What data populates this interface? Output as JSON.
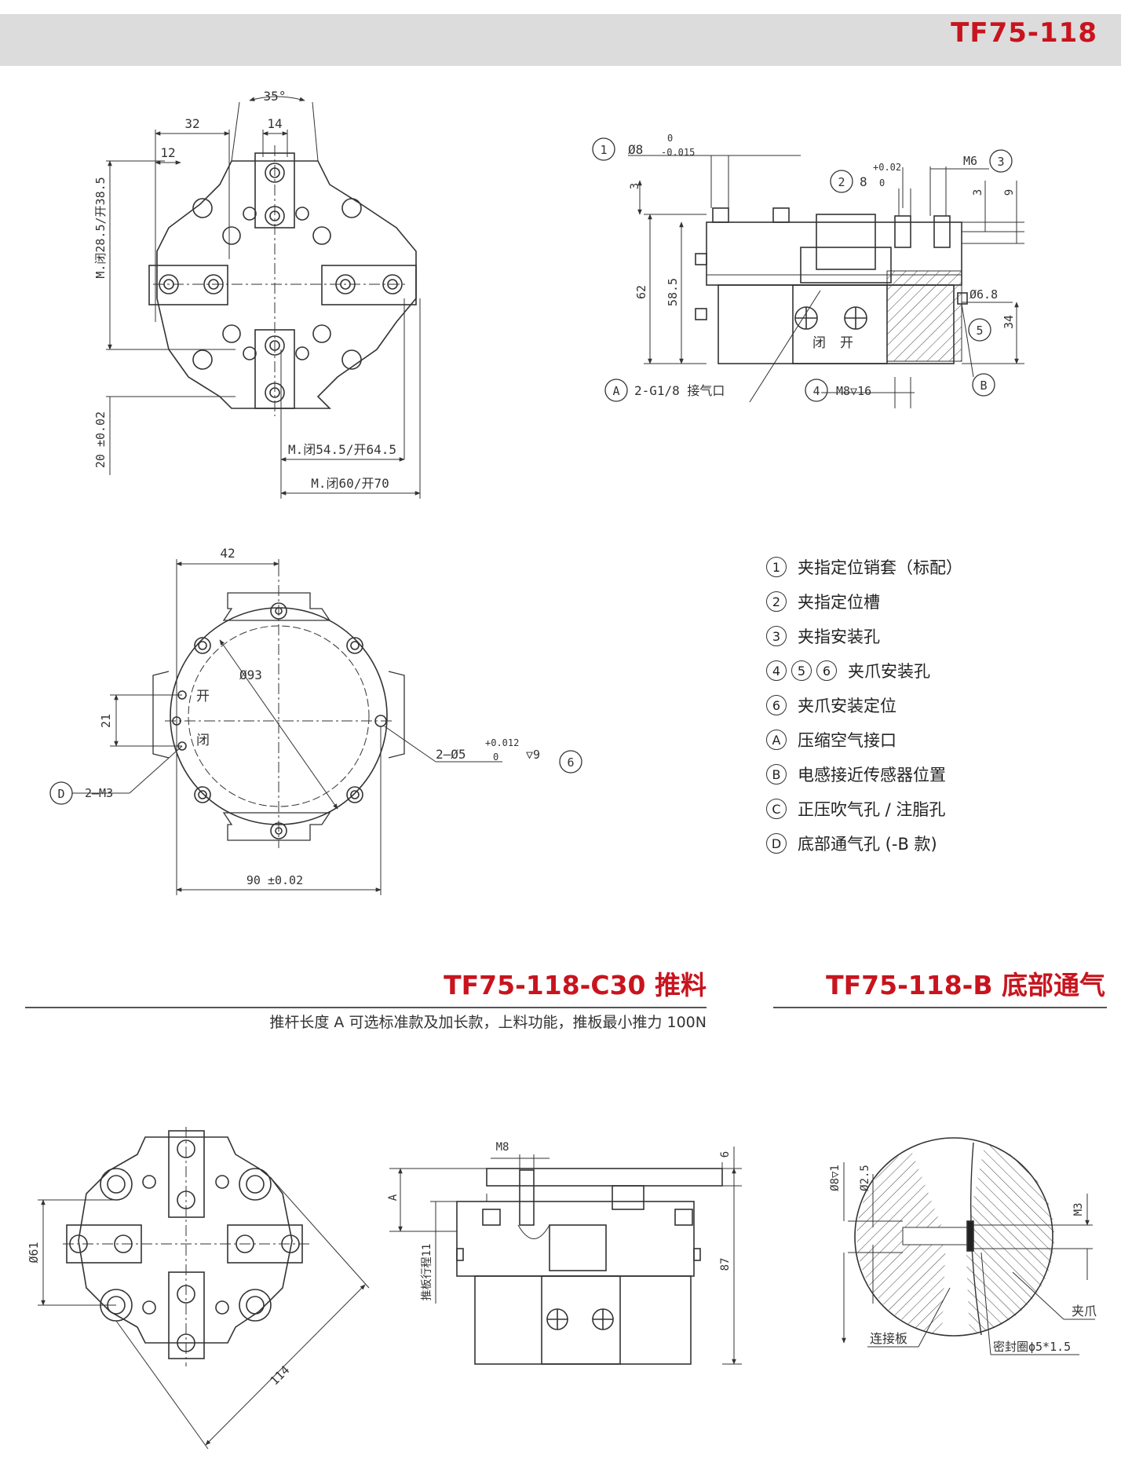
{
  "header": {
    "model": "TF75-118"
  },
  "top_view": {
    "dim_angle": "35°",
    "dim_32": "32",
    "dim_14": "14",
    "dim_12": "12",
    "dim_vertical_stroke": "M.闭28.5/开38.5",
    "dim_20": "20 ±0.02",
    "dim_stroke_54": "M.闭54.5/开64.5",
    "dim_stroke_60": "M.闭60/开70"
  },
  "side_view": {
    "callout_1_dim": "Ø8",
    "callout_1_tol_upper": "0",
    "callout_1_tol_lower": "-0.015",
    "callout_2_dim": "8",
    "callout_2_tol_upper": "+0.02",
    "callout_2_tol_lower": "0",
    "callout_3_dim": "M6",
    "dim_3a": "3",
    "dim_3b": "3",
    "dim_9": "9",
    "dim_62": "62",
    "dim_58_5": "58.5",
    "dim_6_8": "Ø6.8",
    "dim_34": "34",
    "label_close": "闭",
    "label_open": "开",
    "callout_a_text": "2-G1/8 接气口",
    "callout_4_text": "M8▽16"
  },
  "bottom_view": {
    "dim_42": "42",
    "dim_93": "Ø93",
    "dim_21": "21",
    "label_open": "开",
    "label_close": "闭",
    "callout_d_text": "2—M3",
    "callout_6_text": "2—Ø5",
    "callout_6_tol_upper": "+0.012",
    "callout_6_tol_lower": "0",
    "callout_6_depth": "▽9",
    "dim_90": "90 ±0.02"
  },
  "legend": {
    "items": [
      {
        "marks": [
          "1"
        ],
        "text": "夹指定位销套（标配）"
      },
      {
        "marks": [
          "2"
        ],
        "text": "夹指定位槽"
      },
      {
        "marks": [
          "3"
        ],
        "text": "夹指安装孔"
      },
      {
        "marks": [
          "4",
          "5",
          "6"
        ],
        "text": "夹爪安装孔"
      },
      {
        "marks": [
          "6"
        ],
        "text": "夹爪安装定位"
      },
      {
        "marks": [
          "A"
        ],
        "text": "压缩空气接口"
      },
      {
        "marks": [
          "B"
        ],
        "text": "电感接近传感器位置"
      },
      {
        "marks": [
          "C"
        ],
        "text": "正压吹气孔 / 注脂孔"
      },
      {
        "marks": [
          "D"
        ],
        "text": "底部通气孔 (-B 款)"
      }
    ]
  },
  "section_c30": {
    "title": "TF75-118-C30 推料",
    "description": "推杆长度 A 可选标准款及加长款，上料功能，推板最小推力 100N",
    "dim_61": "Ø61",
    "dim_114": "114",
    "dim_m8": "M8",
    "dim_6": "6",
    "dim_a": "A",
    "dim_stroke": "推板行程11",
    "dim_87": "87"
  },
  "section_b": {
    "title": "TF75-118-B 底部通气",
    "dim_8": "Ø8▽1",
    "dim_2_5": "Ø2.5",
    "dim_m3": "M3",
    "label_jaw": "夹爪",
    "label_plate": "连接板",
    "label_seal": "密封圈ϕ5*1.5"
  },
  "colors": {
    "accent": "#c8141e",
    "header_bg": "#dcdcdc",
    "line": "#333333"
  }
}
